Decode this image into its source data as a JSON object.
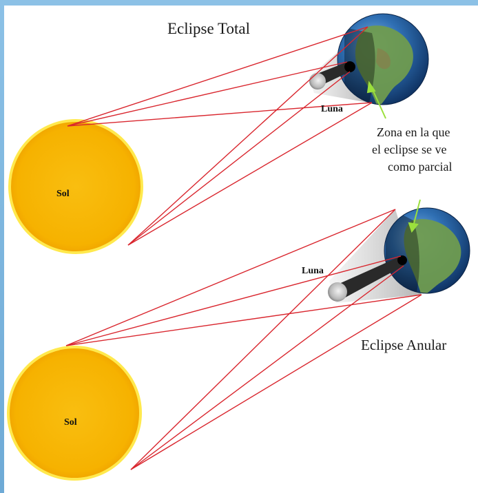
{
  "diagram": {
    "top": {
      "title": "Eclipse Total",
      "sun_label": "Sol",
      "moon_label": "Luna"
    },
    "bottom": {
      "title": "Eclipse Anular",
      "sun_label": "Sol",
      "moon_label": "Luna"
    },
    "annotation": {
      "lines": [
        "Zona en la que",
        "el eclipse se ve",
        "como parcial"
      ]
    },
    "colors": {
      "sun_fill": "#f7b400",
      "sun_rim": "#ffe94d",
      "ray": "#d9262e",
      "arrow": "#9be03c",
      "ocean": "#1f5fa3",
      "land": "#6c9a4a",
      "moon": "#1b1b1b",
      "shadow": "#8a8a8a"
    }
  }
}
